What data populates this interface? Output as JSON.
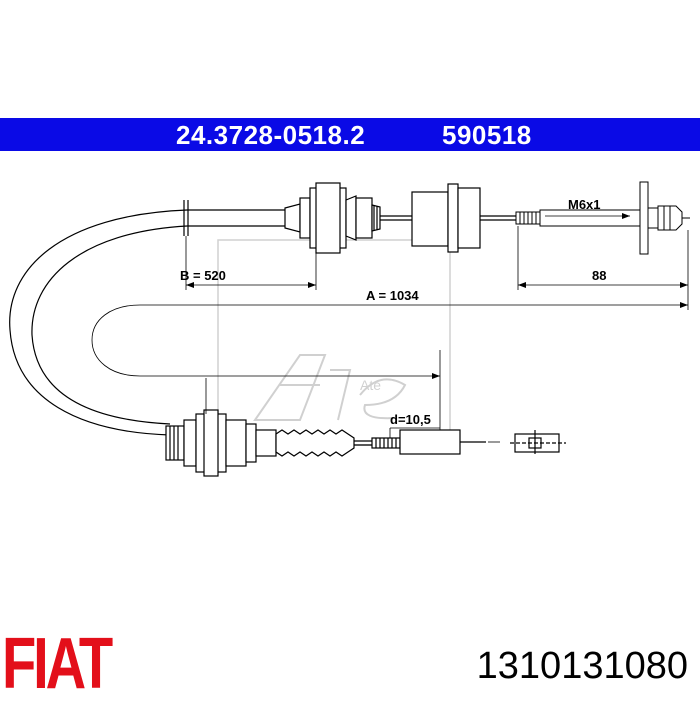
{
  "header": {
    "part_code": "24.3728-0518.2",
    "ref_code": "590518",
    "bar_color": "#0a0ae6"
  },
  "drawing": {
    "thread_label": "M6x1",
    "dim_b": "B = 520",
    "dim_right": "88",
    "dim_a": "A = 1034",
    "dim_d": "d=10,5",
    "watermark": "Ate"
  },
  "footer": {
    "brand_logo": "FIAT",
    "brand_color": "#e30f1a",
    "oem_number": "1310131080"
  }
}
